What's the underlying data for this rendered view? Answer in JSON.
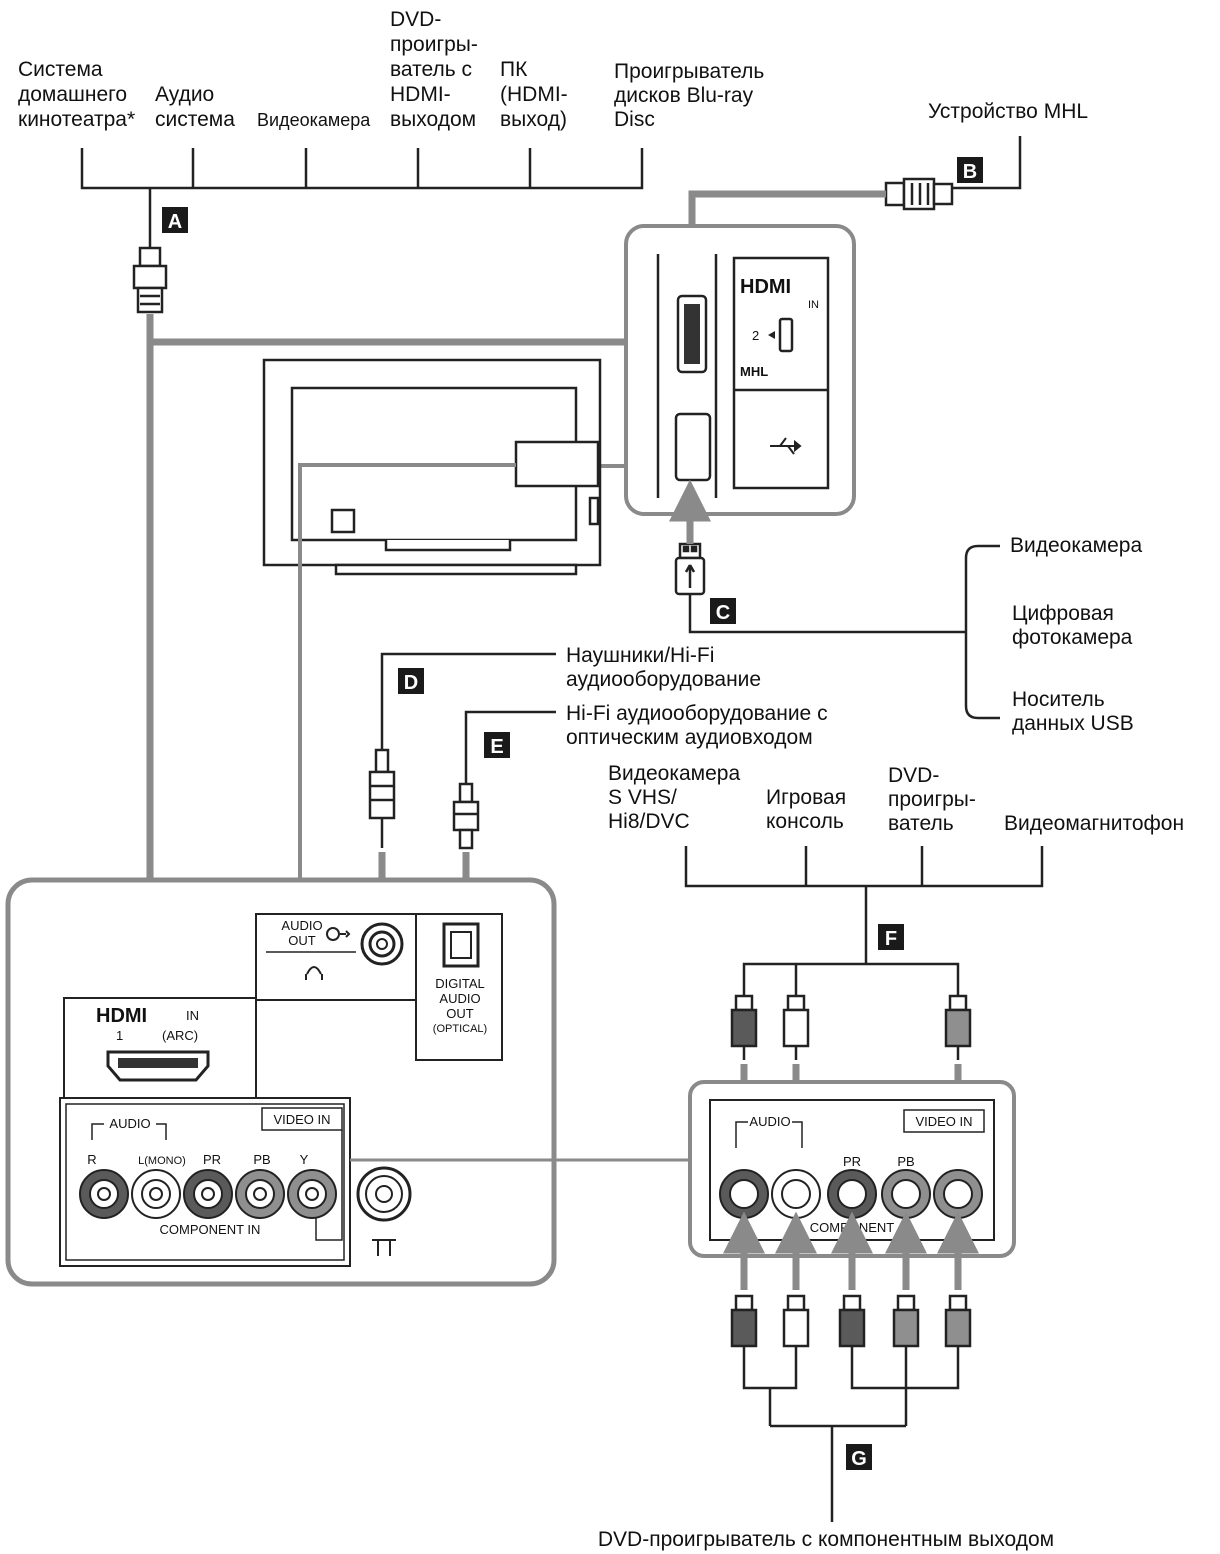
{
  "devices_top": {
    "home_theater": [
      "Система",
      "домашнего",
      "кинотеатра*"
    ],
    "audio_system": [
      "Аудио",
      "система"
    ],
    "camcorder": [
      "Видеокамера"
    ],
    "dvd_hdmi": [
      "DVD-",
      "проигры-",
      "ватель с",
      "HDMI-",
      "выходом"
    ],
    "pc_hdmi": [
      "ПК",
      "(HDMI-",
      "выход)"
    ],
    "bluray": [
      "Проигрыватель",
      "дисков Blu-ray",
      "Disc"
    ]
  },
  "mhl_device": [
    "Устройство MHL"
  ],
  "usb_devices": {
    "camcorder": [
      "Видеокамера"
    ],
    "digital_camera": [
      "Цифровая",
      "фотокамера"
    ],
    "usb_storage": [
      "Носитель",
      "данных USB"
    ]
  },
  "headphones": [
    "Наушники/Hi-Fi",
    "аудиооборудование"
  ],
  "optical_equipment": [
    "Hi-Fi аудиооборудование с",
    "оптическим аудиовходом"
  ],
  "composite_devices": {
    "svhs_camcorder": [
      "Видеокамера",
      "S VHS/",
      "Hi8/DVC"
    ],
    "game_console": [
      "Игровая",
      "консоль"
    ],
    "dvd_player": [
      "DVD-",
      "проигры-",
      "ватель"
    ],
    "vcr": [
      "Видеомагнитофон"
    ]
  },
  "component_dvd": [
    "DVD-проигрыватель с компонентным выходом"
  ],
  "badges": {
    "a": "A",
    "b": "B",
    "c": "C",
    "d": "D",
    "e": "E",
    "f": "F",
    "g": "G"
  },
  "side_panel": {
    "hdmi_logo": "HDMI",
    "hdmi_in": "IN",
    "port_number": "2",
    "mhl_logo": "MHL"
  },
  "rear_panel": {
    "audio_out": [
      "AUDIO",
      "OUT"
    ],
    "digital_audio_out": [
      "DIGITAL",
      "AUDIO",
      "OUT",
      "(OPTICAL)"
    ],
    "hdmi_logo": "HDMI",
    "hdmi_in": "IN",
    "hdmi_port": "1",
    "arc": "(ARC)",
    "audio": "AUDIO",
    "video_in": "VIDEO IN",
    "jack_r": "R",
    "jack_l": "L(MONO)",
    "jack_pr": "PR",
    "jack_pb": "PB",
    "jack_y": "Y",
    "component_in": "COMPONENT IN"
  },
  "zoom_panel": {
    "audio": "AUDIO",
    "video_in": "VIDEO IN",
    "jack_pr": "PR",
    "jack_pb": "PB",
    "component": "COMPONENT"
  }
}
